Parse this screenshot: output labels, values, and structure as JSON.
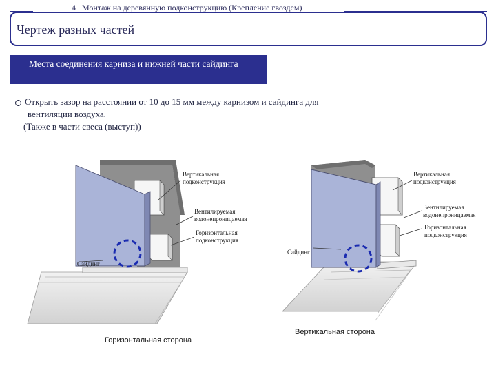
{
  "header": {
    "number": "4",
    "title": "Монтаж на деревянную подконструкцию (Крепление гвоздем)"
  },
  "title": "Чертеж разных частей",
  "section_title": "Места соединения карниза и нижней части сайдинга",
  "bullet": {
    "line1": "Открыть зазор на расстоянии от 10 до 15 мм между карнизом и сайдинга для",
    "line2": "вентиляции воздуха.",
    "line3": "(Также в части свеса (выступ))"
  },
  "left_diagram": {
    "labels": {
      "vertical_sub_line1": "Вертикальная",
      "vertical_sub_line2": "подконструкция",
      "membrane_line1": "Вентилируемая",
      "membrane_line2": "водонепроницаемая",
      "horizontal_sub_line1": "Горизонтальная",
      "horizontal_sub_line2": "подконструкция",
      "siding": "Сайдинг"
    },
    "caption": "Горизонтальная сторона"
  },
  "right_diagram": {
    "labels": {
      "vertical_sub_line1": "Вертикальная",
      "vertical_sub_line2": "подконструкция",
      "membrane_line1": "Вентилируемая",
      "membrane_line2": "водонепроницаемая",
      "horizontal_sub_line1": "Горизонтальная",
      "horizontal_sub_line2": "подконструкция",
      "siding": "Сайдинг"
    },
    "caption": "Вертикальная сторона"
  },
  "colors": {
    "accent": "#2b2f8f",
    "siding_panel": "#aab4d8",
    "wall": "#8f8f8f",
    "highlight_circle": "#1a2bb0"
  }
}
